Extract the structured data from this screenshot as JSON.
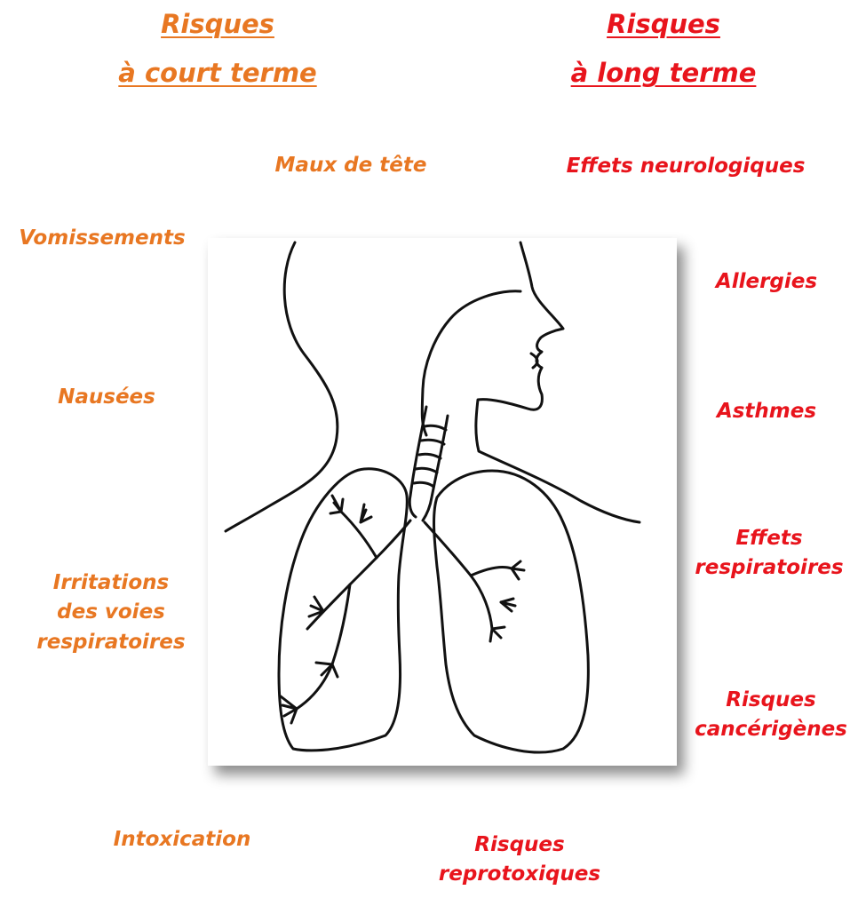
{
  "headings": {
    "short_term": {
      "line1": "Risques",
      "line2": "à court terme"
    },
    "long_term": {
      "line1": "Risques",
      "line2": "à long terme"
    }
  },
  "short_term_risks": {
    "headache": "Maux de tête",
    "vomiting": "Vomissements",
    "nausea": "Nausées",
    "irritation": {
      "line1": "Irritations",
      "line2": "des voies",
      "line3": "respiratoires"
    },
    "intoxication": "Intoxication"
  },
  "long_term_risks": {
    "neuro": "Effets neurologiques",
    "allergies": "Allergies",
    "asthma": "Asthmes",
    "respiratory": {
      "line1": "Effets",
      "line2": "respiratoires"
    },
    "cancer": {
      "line1": "Risques",
      "line2": "cancérigènes"
    },
    "reprotoxic": {
      "line1": "Risques",
      "line2": "reprotoxiques"
    }
  },
  "colors": {
    "short_term": "#E87722",
    "long_term": "#E8141C"
  },
  "illustration": "respiratory-system-line-drawing"
}
